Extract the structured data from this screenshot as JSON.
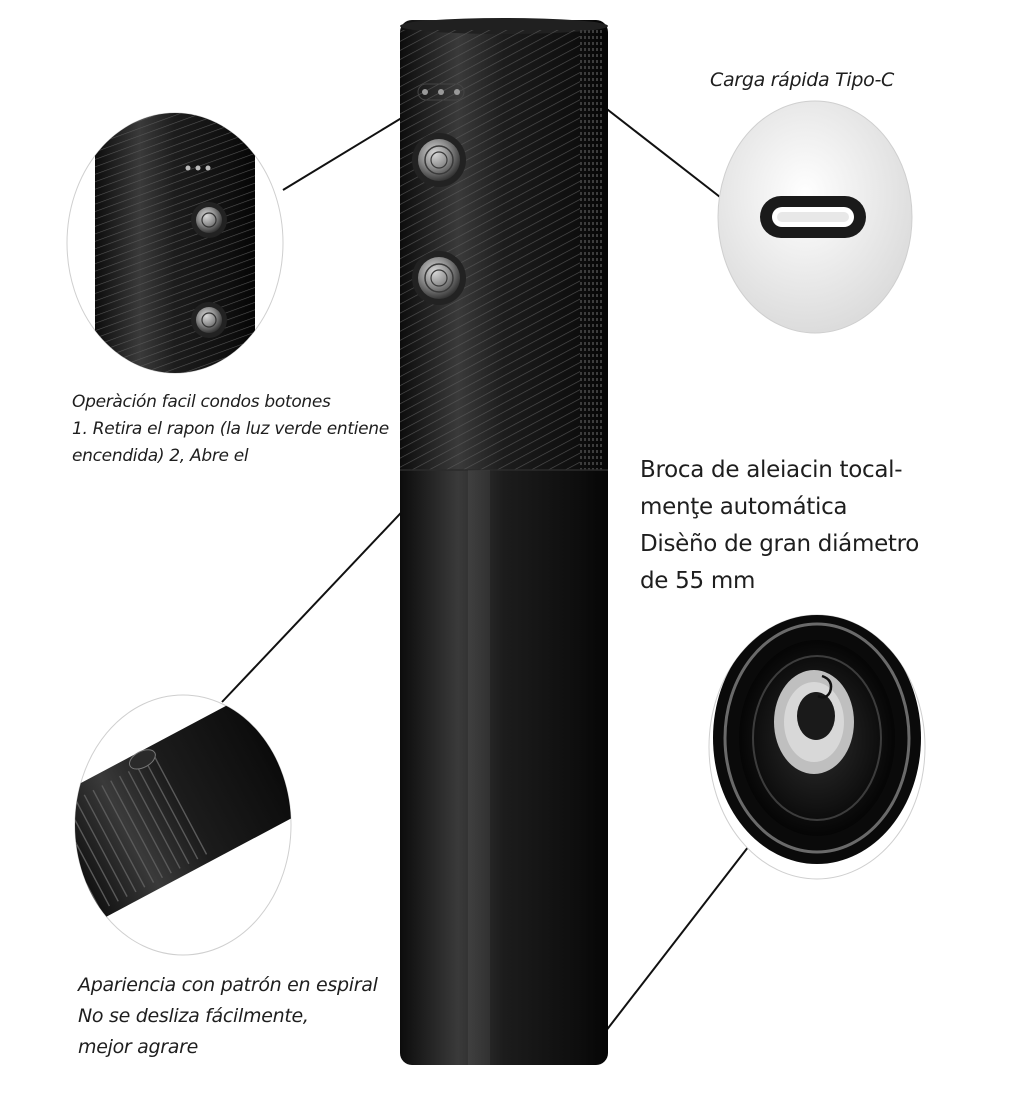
{
  "captions": {
    "buttons": "Operàción facil condos botones\n1. Retira el rapon (la luz verde entiene\nencendida) 2, Abre el",
    "usb_c": "Carga rápida Tipo-C",
    "drill": "Broca de aleiacin tocal-\nmenţe automática\nDisèño de gran diámetro\nde 55 mm",
    "spiral": "Apariencia con patrón en espiral\nNo se desliza fácilmente,\nmejor agrare"
  },
  "colors": {
    "body": "#141414",
    "body_highlight": "#3a3a3a",
    "background": "#ffffff",
    "leader_line": "#111111"
  },
  "icons": {
    "usb_port": "usb-c-port-icon",
    "button": "power-button-icon",
    "indicator": "indicator-light-icon"
  }
}
